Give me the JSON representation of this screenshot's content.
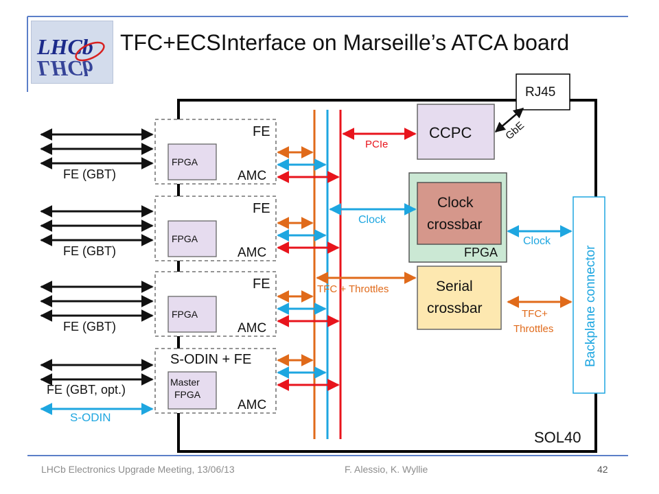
{
  "slide": {
    "title": "TFC+ECSInterface on Marseille’s ATCA board",
    "logo_text": "LHCb",
    "footer_left": "LHCb Electronics Upgrade Meeting, 13/06/13",
    "footer_authors": "F. Alessio, K. Wyllie",
    "page_number": "42"
  },
  "diagram": {
    "board_label": "SOL40",
    "rj45_label": "RJ45",
    "gbe_label": "GbE",
    "ccpc_label": "CCPC",
    "pcie_label": "PCIe",
    "clock_crossbar_label": [
      "Clock",
      "crossbar"
    ],
    "fpga_block_label": "FPGA",
    "serial_crossbar_label": [
      "Serial",
      "crossbar"
    ],
    "backplane_label": "Backplane connector",
    "clock_label": "Clock",
    "clock_right_label": "Clock",
    "tfc_throttles_label": "TFC + Throttles",
    "tfc_throttles_right_label": [
      "TFC+",
      "Throttles"
    ],
    "sodin_link_label": "S-ODIN",
    "amc_modules": [
      {
        "top_label": "FE",
        "bottom_label": "AMC",
        "fpga_label": [
          "FPGA"
        ],
        "link_label": "FE (GBT)"
      },
      {
        "top_label": "FE",
        "bottom_label": "AMC",
        "fpga_label": [
          "FPGA"
        ],
        "link_label": "FE (GBT)"
      },
      {
        "top_label": "FE",
        "bottom_label": "AMC",
        "fpga_label": [
          "FPGA"
        ],
        "link_label": "FE (GBT)"
      },
      {
        "top_label": "S-ODIN + FE",
        "bottom_label": "AMC",
        "fpga_label": [
          "Master",
          "FPGA"
        ],
        "link_label": "FE (GBT, opt.)"
      }
    ],
    "colors": {
      "orange": "#e06a1a",
      "blue": "#1ea6e0",
      "red": "#e8141c",
      "ccpc_fill": "#e6dcef",
      "clock_crossbar_fill": "#d5978b",
      "clock_fpga_fill": "#cbe8d4",
      "serial_crossbar_fill": "#fde8b0",
      "fpga_fill": "#e6dcef",
      "slide_accent": "#5b7ec8"
    }
  }
}
